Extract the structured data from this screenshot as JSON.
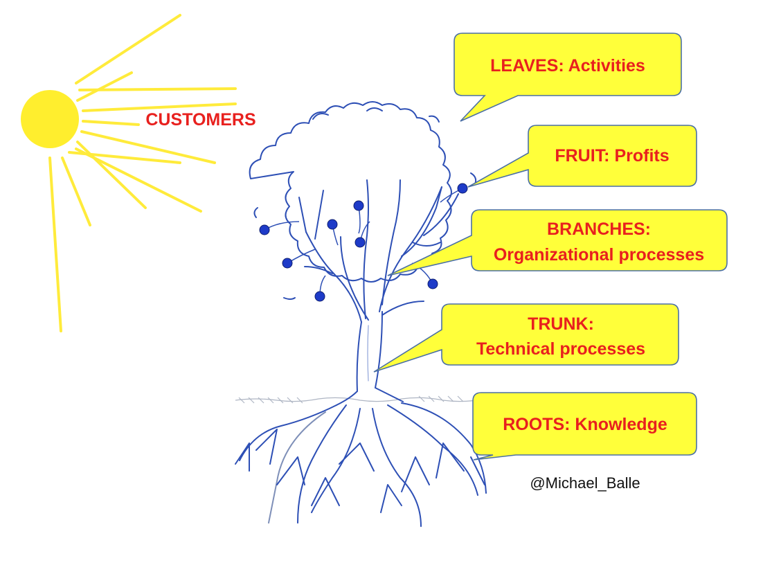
{
  "colors": {
    "sun": "#FFEE2E",
    "sun_rays": "#FFEB3B",
    "callout_fill": "#FFFF3A",
    "callout_stroke": "#4A6FA5",
    "label_text": "#E8201E",
    "tree_ink": "#2D4FB5",
    "fruit": "#1E3BC8",
    "credit_text": "#111111"
  },
  "customers": "CUSTOMERS",
  "callouts": {
    "leaves": "LEAVES: Activities",
    "fruit": "FRUIT: Profits",
    "branches_line1": "BRANCHES:",
    "branches_line2": "Organizational processes",
    "trunk_line1": "TRUNK:",
    "trunk_line2": "Technical processes",
    "roots": "ROOTS: Knowledge"
  },
  "credit": "@Michael_Balle"
}
